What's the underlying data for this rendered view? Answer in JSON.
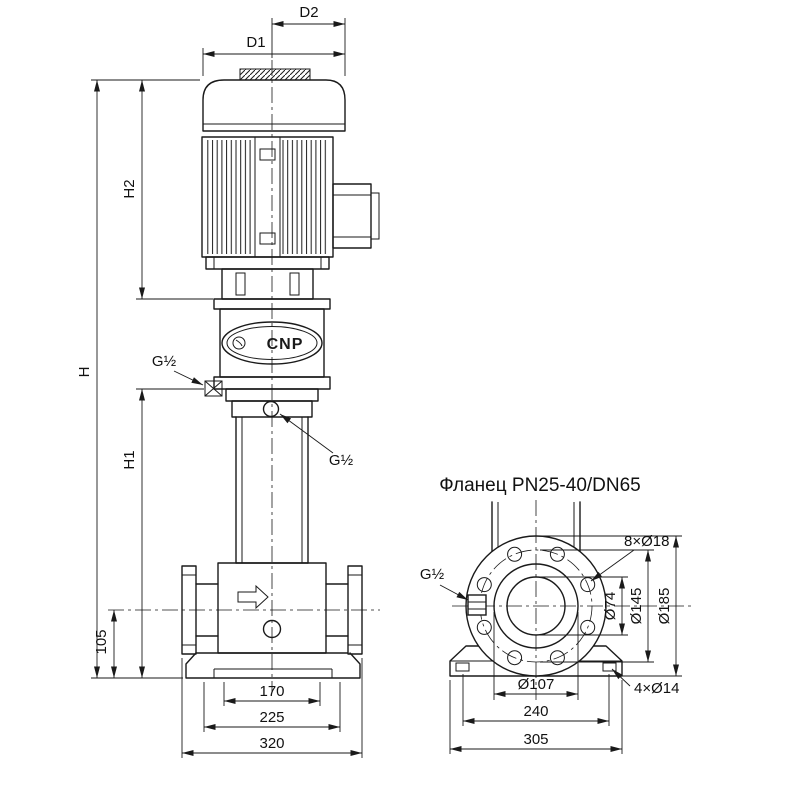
{
  "colors": {
    "ink": "#1a1a1a",
    "background": "#ffffff"
  },
  "drawing": {
    "brand": "CNP",
    "front_view": {
      "dim_d2": "D2",
      "dim_d1": "D1",
      "dim_h": "H",
      "dim_h2": "H2",
      "dim_h1": "H1",
      "dim_105": "105",
      "dim_170": "170",
      "dim_225": "225",
      "dim_320": "320",
      "thread_left": "G½",
      "thread_right": "G½"
    },
    "flange_view": {
      "title": "Фланец PN25-40/DN65",
      "dim_bolt_holes": "8×Ø18",
      "dim_d74": "Ø74",
      "dim_d145": "Ø145",
      "dim_d185": "Ø185",
      "dim_d107": "Ø107",
      "dim_240": "240",
      "dim_305": "305",
      "dim_base_holes": "4×Ø14",
      "thread": "G½"
    }
  }
}
